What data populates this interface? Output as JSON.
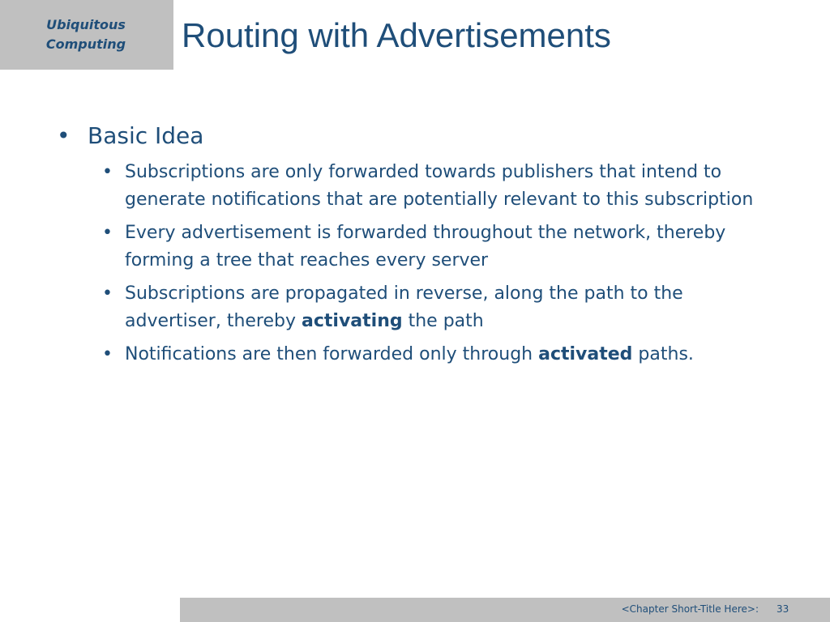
{
  "header": {
    "course_line1": "Ubiquitous",
    "course_line2": "Computing",
    "title": "Routing with Advertisements"
  },
  "content": {
    "bullet_symbol": "•",
    "topic": "Basic Idea",
    "points": [
      {
        "text": "Subscriptions are only forwarded towards publishers that intend to generate notifications that are potentially relevant to this subscription"
      },
      {
        "text": "Every advertisement is forwarded throughout the network, thereby forming a tree that reaches every server"
      },
      {
        "pre": "Subscriptions are propagated in reverse, along the path to the advertiser, thereby ",
        "bold": "activating",
        "post": " the path"
      },
      {
        "pre": "Notifications are then forwarded only through ",
        "bold": "activated",
        "post": " paths."
      }
    ]
  },
  "footer": {
    "chapter": "<Chapter Short-Title Here>:",
    "page": "33"
  },
  "colors": {
    "text": "#1f4e79",
    "panel_gray": "#c0c0c0"
  }
}
